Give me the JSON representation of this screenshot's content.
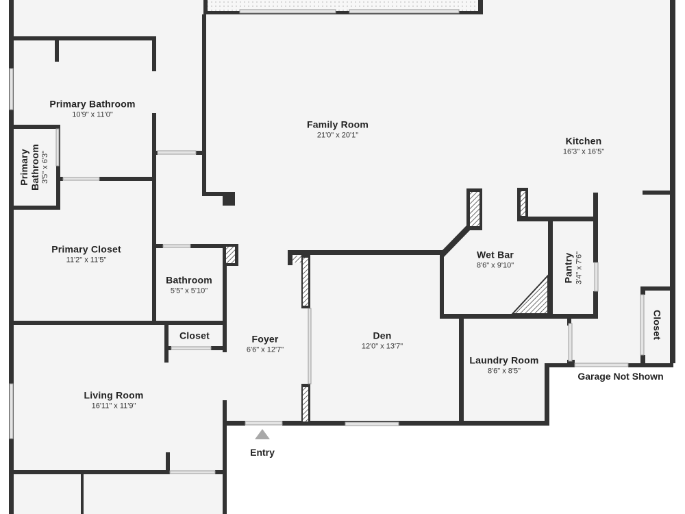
{
  "rooms": {
    "primary_bathroom": {
      "name": "Primary Bathroom",
      "dim": "10'9\" x 11'0\""
    },
    "primary_bathroom_small": {
      "name": "Primary Bathroom",
      "dim": "3'5\" x 6'3\""
    },
    "primary_closet": {
      "name": "Primary Closet",
      "dim": "11'2\" x 11'5\""
    },
    "family_room": {
      "name": "Family Room",
      "dim": "21'0\" x 20'1\""
    },
    "kitchen": {
      "name": "Kitchen",
      "dim": "16'3\" x 16'5\""
    },
    "wet_bar": {
      "name": "Wet Bar",
      "dim": "8'6\" x 9'10\""
    },
    "pantry": {
      "name": "Pantry",
      "dim": "3'4\" x 7'6\""
    },
    "bathroom": {
      "name": "Bathroom",
      "dim": "5'5\" x 5'10\""
    },
    "closet_hall": {
      "name": "Closet"
    },
    "foyer": {
      "name": "Foyer",
      "dim": "6'6\" x 12'7\""
    },
    "den": {
      "name": "Den",
      "dim": "12'0\" x 13'7\""
    },
    "laundry_room": {
      "name": "Laundry Room",
      "dim": "8'6\" x 8'5\""
    },
    "closet_garage": {
      "name": "Closet"
    },
    "living_room": {
      "name": "Living Room",
      "dim": "16'11\" x 11'9\""
    }
  },
  "notes": {
    "garage": "Garage Not Shown",
    "entry": "Entry"
  },
  "colors": {
    "floor": "#f4f4f4",
    "wall": "#333333",
    "window": "#e4e4e4",
    "entry_arrow": "#a8a8a8"
  }
}
